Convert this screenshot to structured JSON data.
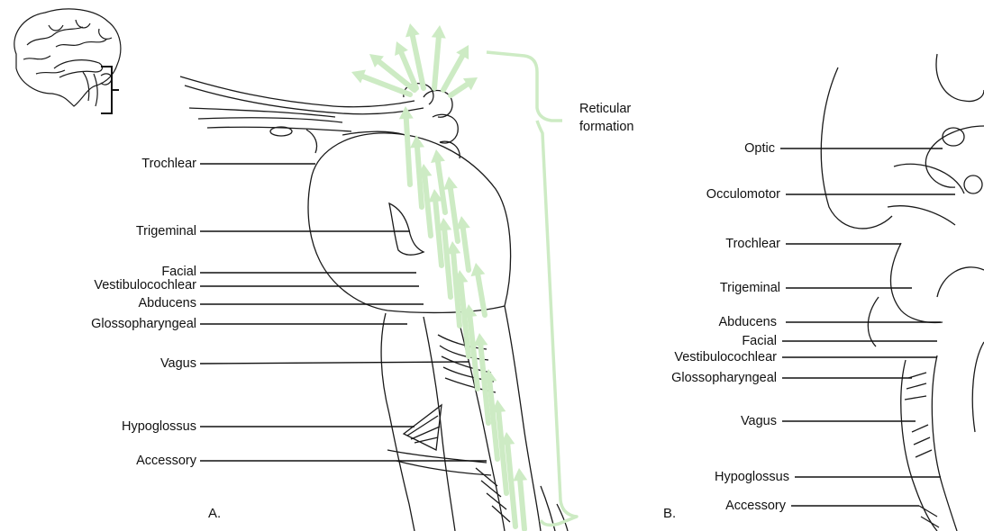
{
  "panel_a": {
    "letter": "A.",
    "labels": {
      "trochlear": "Trochlear",
      "trigeminal": "Trigeminal",
      "facial": "Facial",
      "vestibulocochlear": "Vestibulocochlear",
      "abducens": "Abducens",
      "glossopharyngeal": "Glossopharyngeal",
      "vagus": "Vagus",
      "hypoglossus": "Hypoglossus",
      "accessory": "Accessory"
    },
    "reticular_line1": "Reticular",
    "reticular_line2": "formation"
  },
  "panel_b": {
    "letter": "B.",
    "labels": {
      "optic": "Optic",
      "occulomotor": "Occulomotor",
      "trochlear": "Trochlear",
      "trigeminal": "Trigeminal",
      "abducens": "Abducens",
      "facial": "Facial",
      "vestibulocochlear": "Vestibulocochlear",
      "glossopharyngeal": "Glossopharyngeal",
      "vagus": "Vagus",
      "hypoglossus": "Hypoglossus",
      "accessory": "Accessory"
    }
  },
  "colors": {
    "arrow_green": "#cdebc4",
    "bracket_green": "#cdebc4",
    "outline": "#1a1a1a"
  }
}
